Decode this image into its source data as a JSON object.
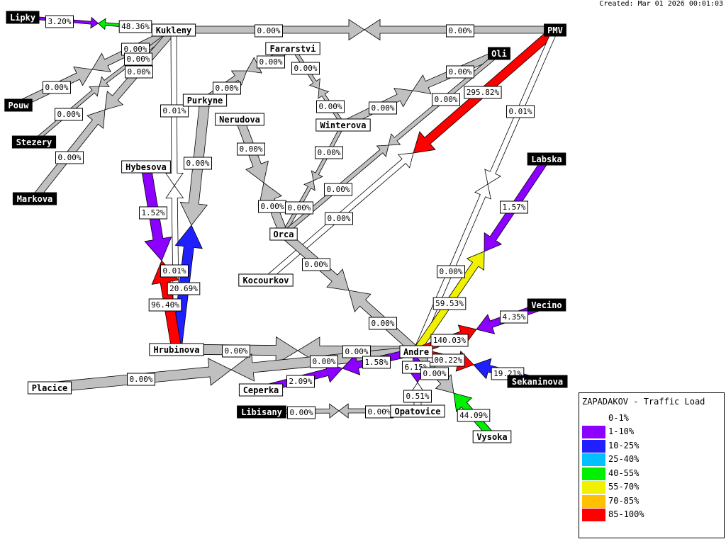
{
  "created": "Created: Mar 01 2026 00:01:03",
  "legend": {
    "title": "ZAPADAKOV - Traffic Load",
    "items": [
      {
        "label": "0-1%",
        "color": ""
      },
      {
        "label": "1-10%",
        "color": "#8c00ff"
      },
      {
        "label": "10-25%",
        "color": "#2020ff"
      },
      {
        "label": "25-40%",
        "color": "#00c0ff"
      },
      {
        "label": "40-55%",
        "color": "#00f000"
      },
      {
        "label": "55-70%",
        "color": "#f0f000"
      },
      {
        "label": "70-85%",
        "color": "#ffc000"
      },
      {
        "label": "85-100%",
        "color": "#ff0000"
      }
    ]
  },
  "nodes": {
    "Lipky": {
      "label": "Lipky",
      "dark": true
    },
    "Kukleny": {
      "label": "Kukleny",
      "dark": false
    },
    "PMV": {
      "label": "PMV",
      "dark": true
    },
    "Oli": {
      "label": "Oli",
      "dark": true
    },
    "Fararstvi": {
      "label": "Fararstvi",
      "dark": false
    },
    "Pouw": {
      "label": "Pouw",
      "dark": true
    },
    "Stezery": {
      "label": "Stezery",
      "dark": true
    },
    "Markova": {
      "label": "Markova",
      "dark": true
    },
    "Purkyne": {
      "label": "Purkyne",
      "dark": false
    },
    "Nerudova": {
      "label": "Nerudova",
      "dark": false
    },
    "Winterova": {
      "label": "Winterova",
      "dark": false
    },
    "Hybesova": {
      "label": "Hybesova",
      "dark": false
    },
    "Labska": {
      "label": "Labska",
      "dark": true
    },
    "Orca": {
      "label": "Orca",
      "dark": false
    },
    "Kocourkov": {
      "label": "Kocourkov",
      "dark": false
    },
    "Vecino": {
      "label": "Vecino",
      "dark": true
    },
    "Hrubinova": {
      "label": "Hrubinova",
      "dark": false
    },
    "Andre": {
      "label": "Andre",
      "dark": false
    },
    "Sekaninova": {
      "label": "Sekaninova",
      "dark": true
    },
    "Placice": {
      "label": "Placice",
      "dark": false
    },
    "Ceperka": {
      "label": "Ceperka",
      "dark": false
    },
    "Libisany": {
      "label": "Libisany",
      "dark": true
    },
    "Opatovice": {
      "label": "Opatovice",
      "dark": false
    },
    "Vysoka": {
      "label": "Vysoka",
      "dark": false
    }
  },
  "links": [
    {
      "a": "Lipky",
      "b": "Kukleny",
      "out": "3.20%",
      "in": "48.36%",
      "out_color": "#8c00ff",
      "in_color": "#00f000"
    },
    {
      "a": "Kukleny",
      "b": "PMV",
      "out": "0.00%",
      "in": "0.00%",
      "out_color": "#c0c0c0",
      "in_color": "#c0c0c0"
    },
    {
      "a": "PMV",
      "b": "Oli",
      "out": "295.82%",
      "in": "",
      "out_color": "#ff0000",
      "in_color": "#ff0000",
      "note": "one-way"
    },
    {
      "a": "PMV",
      "b": "Andre",
      "out": "0.01%",
      "in": "0.00%",
      "out_color": "#ffffff",
      "in_color": "#ffffff"
    },
    {
      "a": "Kukleny",
      "b": "Pouw",
      "out": "0.00%",
      "in": "0.00%",
      "out_color": "#c0c0c0",
      "in_color": "#c0c0c0"
    },
    {
      "a": "Kukleny",
      "b": "Stezery",
      "out": "0.00%",
      "in": "0.00%",
      "out_color": "#c0c0c0",
      "in_color": "#c0c0c0"
    },
    {
      "a": "Kukleny",
      "b": "Markova",
      "out": "0.00%",
      "in": "0.00%",
      "out_color": "#c0c0c0",
      "in_color": "#c0c0c0"
    },
    {
      "a": "Kukleny",
      "b": "Hrubinova",
      "out": "0.01%",
      "in": "0.01%",
      "out_color": "#ffffff",
      "in_color": "#ffffff"
    },
    {
      "a": "Purkyne",
      "b": "Fararstvi",
      "out": "0.00%",
      "in": "0.00%",
      "out_color": "#c0c0c0",
      "in_color": "#c0c0c0"
    },
    {
      "a": "Fararstvi",
      "b": "Winterova",
      "out": "0.00%",
      "in": "0.00%",
      "out_color": "#c0c0c0",
      "in_color": "#c0c0c0"
    },
    {
      "a": "Winterova",
      "b": "Oli",
      "out": "0.00%",
      "in": "0.00%",
      "out_color": "#c0c0c0",
      "in_color": "#c0c0c0"
    },
    {
      "a": "Purkyne",
      "b": "Hrubinova",
      "out": "0.00%",
      "in": "20.69%",
      "out_color": "#c0c0c0",
      "in_color": "#2020ff"
    },
    {
      "a": "Hybesova",
      "b": "Hrubinova",
      "out": "1.52%",
      "in": "96.40%",
      "out_color": "#8c00ff",
      "in_color": "#ff0000"
    },
    {
      "a": "Nerudova",
      "b": "Orca",
      "out": "0.00%",
      "in": "0.00%",
      "out_color": "#c0c0c0",
      "in_color": "#c0c0c0"
    },
    {
      "a": "Winterova",
      "b": "Orca",
      "out": "0.00%",
      "in": "0.00%",
      "out_color": "#c0c0c0",
      "in_color": "#c0c0c0"
    },
    {
      "a": "Oli",
      "b": "Orca",
      "out": "0.00%",
      "in": "0.00%",
      "out_color": "#c0c0c0",
      "in_color": "#c0c0c0"
    },
    {
      "a": "Kocourkov",
      "b": "PMV",
      "out": "0.00%",
      "in": "",
      "out_color": "#ffffff",
      "in_color": "#ffffff"
    },
    {
      "a": "Orca",
      "b": "Andre",
      "out": "0.00%",
      "in": "0.00%",
      "out_color": "#c0c0c0",
      "in_color": "#c0c0c0"
    },
    {
      "a": "Labska",
      "b": "Andre",
      "out": "1.57%",
      "in": "59.53%",
      "out_color": "#8c00ff",
      "in_color": "#f0f000"
    },
    {
      "a": "Vecino",
      "b": "Andre",
      "out": "4.35%",
      "in": "140.03%",
      "out_color": "#8c00ff",
      "in_color": "#ff0000"
    },
    {
      "a": "Sekaninova",
      "b": "Andre",
      "out": "19.21%",
      "in": "100.22%",
      "out_color": "#2020ff",
      "in_color": "#ff0000"
    },
    {
      "a": "Hrubinova",
      "b": "Andre",
      "out": "0.00%",
      "in": "0.00%",
      "out_color": "#c0c0c0",
      "in_color": "#c0c0c0"
    },
    {
      "a": "Placice",
      "b": "Andre",
      "out": "0.00%",
      "in": "0.00%",
      "out_color": "#c0c0c0",
      "in_color": "#c0c0c0"
    },
    {
      "a": "Ceperka",
      "b": "Andre",
      "out": "2.09%",
      "in": "1.58%",
      "out_color": "#8c00ff",
      "in_color": "#8c00ff"
    },
    {
      "a": "Andre",
      "b": "Opatovice",
      "out": "6.15%",
      "in": "0.51%",
      "out_color": "#8c00ff",
      "in_color": "#ffffff"
    },
    {
      "a": "Andre",
      "b": "Vysoka",
      "out": "0.00%",
      "in": "44.09%",
      "out_color": "#c0c0c0",
      "in_color": "#00f000"
    },
    {
      "a": "Libisany",
      "b": "Opatovice",
      "out": "0.00%",
      "in": "0.00%",
      "out_color": "#c0c0c0",
      "in_color": "#c0c0c0"
    }
  ]
}
